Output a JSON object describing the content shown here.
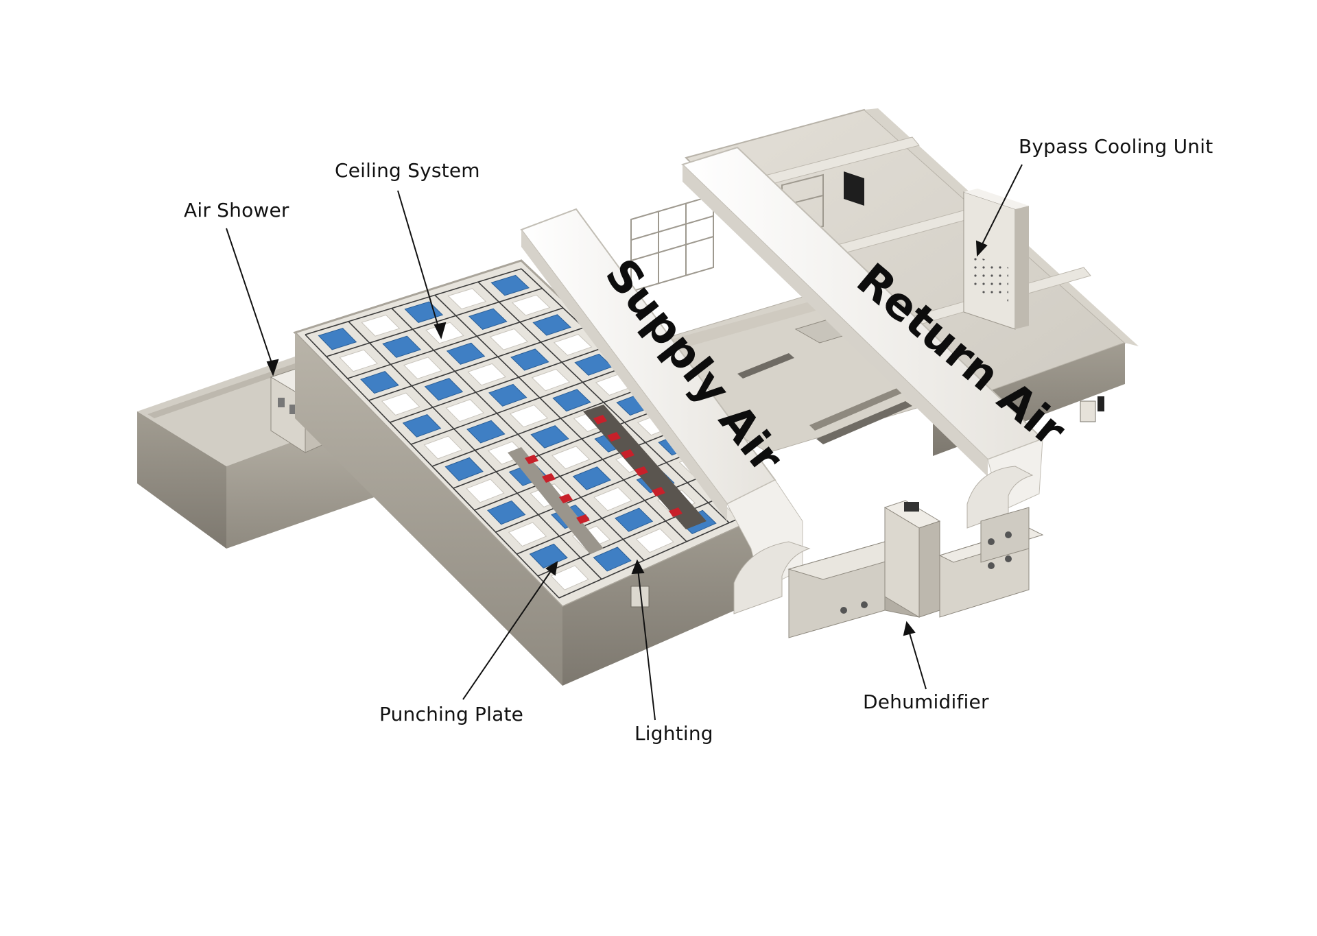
{
  "labels": {
    "air_shower": "Air Shower",
    "ceiling_system": "Ceiling System",
    "bypass_cooling_unit": "Bypass Cooling Unit",
    "punching_plate": "Punching Plate",
    "lighting": "Lighting",
    "dehumidifier": "Dehumidifier"
  },
  "ducts": {
    "supply": "Supply Air",
    "return": "Return Air"
  },
  "colors": {
    "wall": "#c9c4b9",
    "wall_dark": "#8e897f",
    "floor": "#dcd8cf",
    "duct": "#f1efea",
    "filter": "#3f7fc4",
    "lamp": "#ffffff",
    "equipment_red": "#c8202a"
  }
}
